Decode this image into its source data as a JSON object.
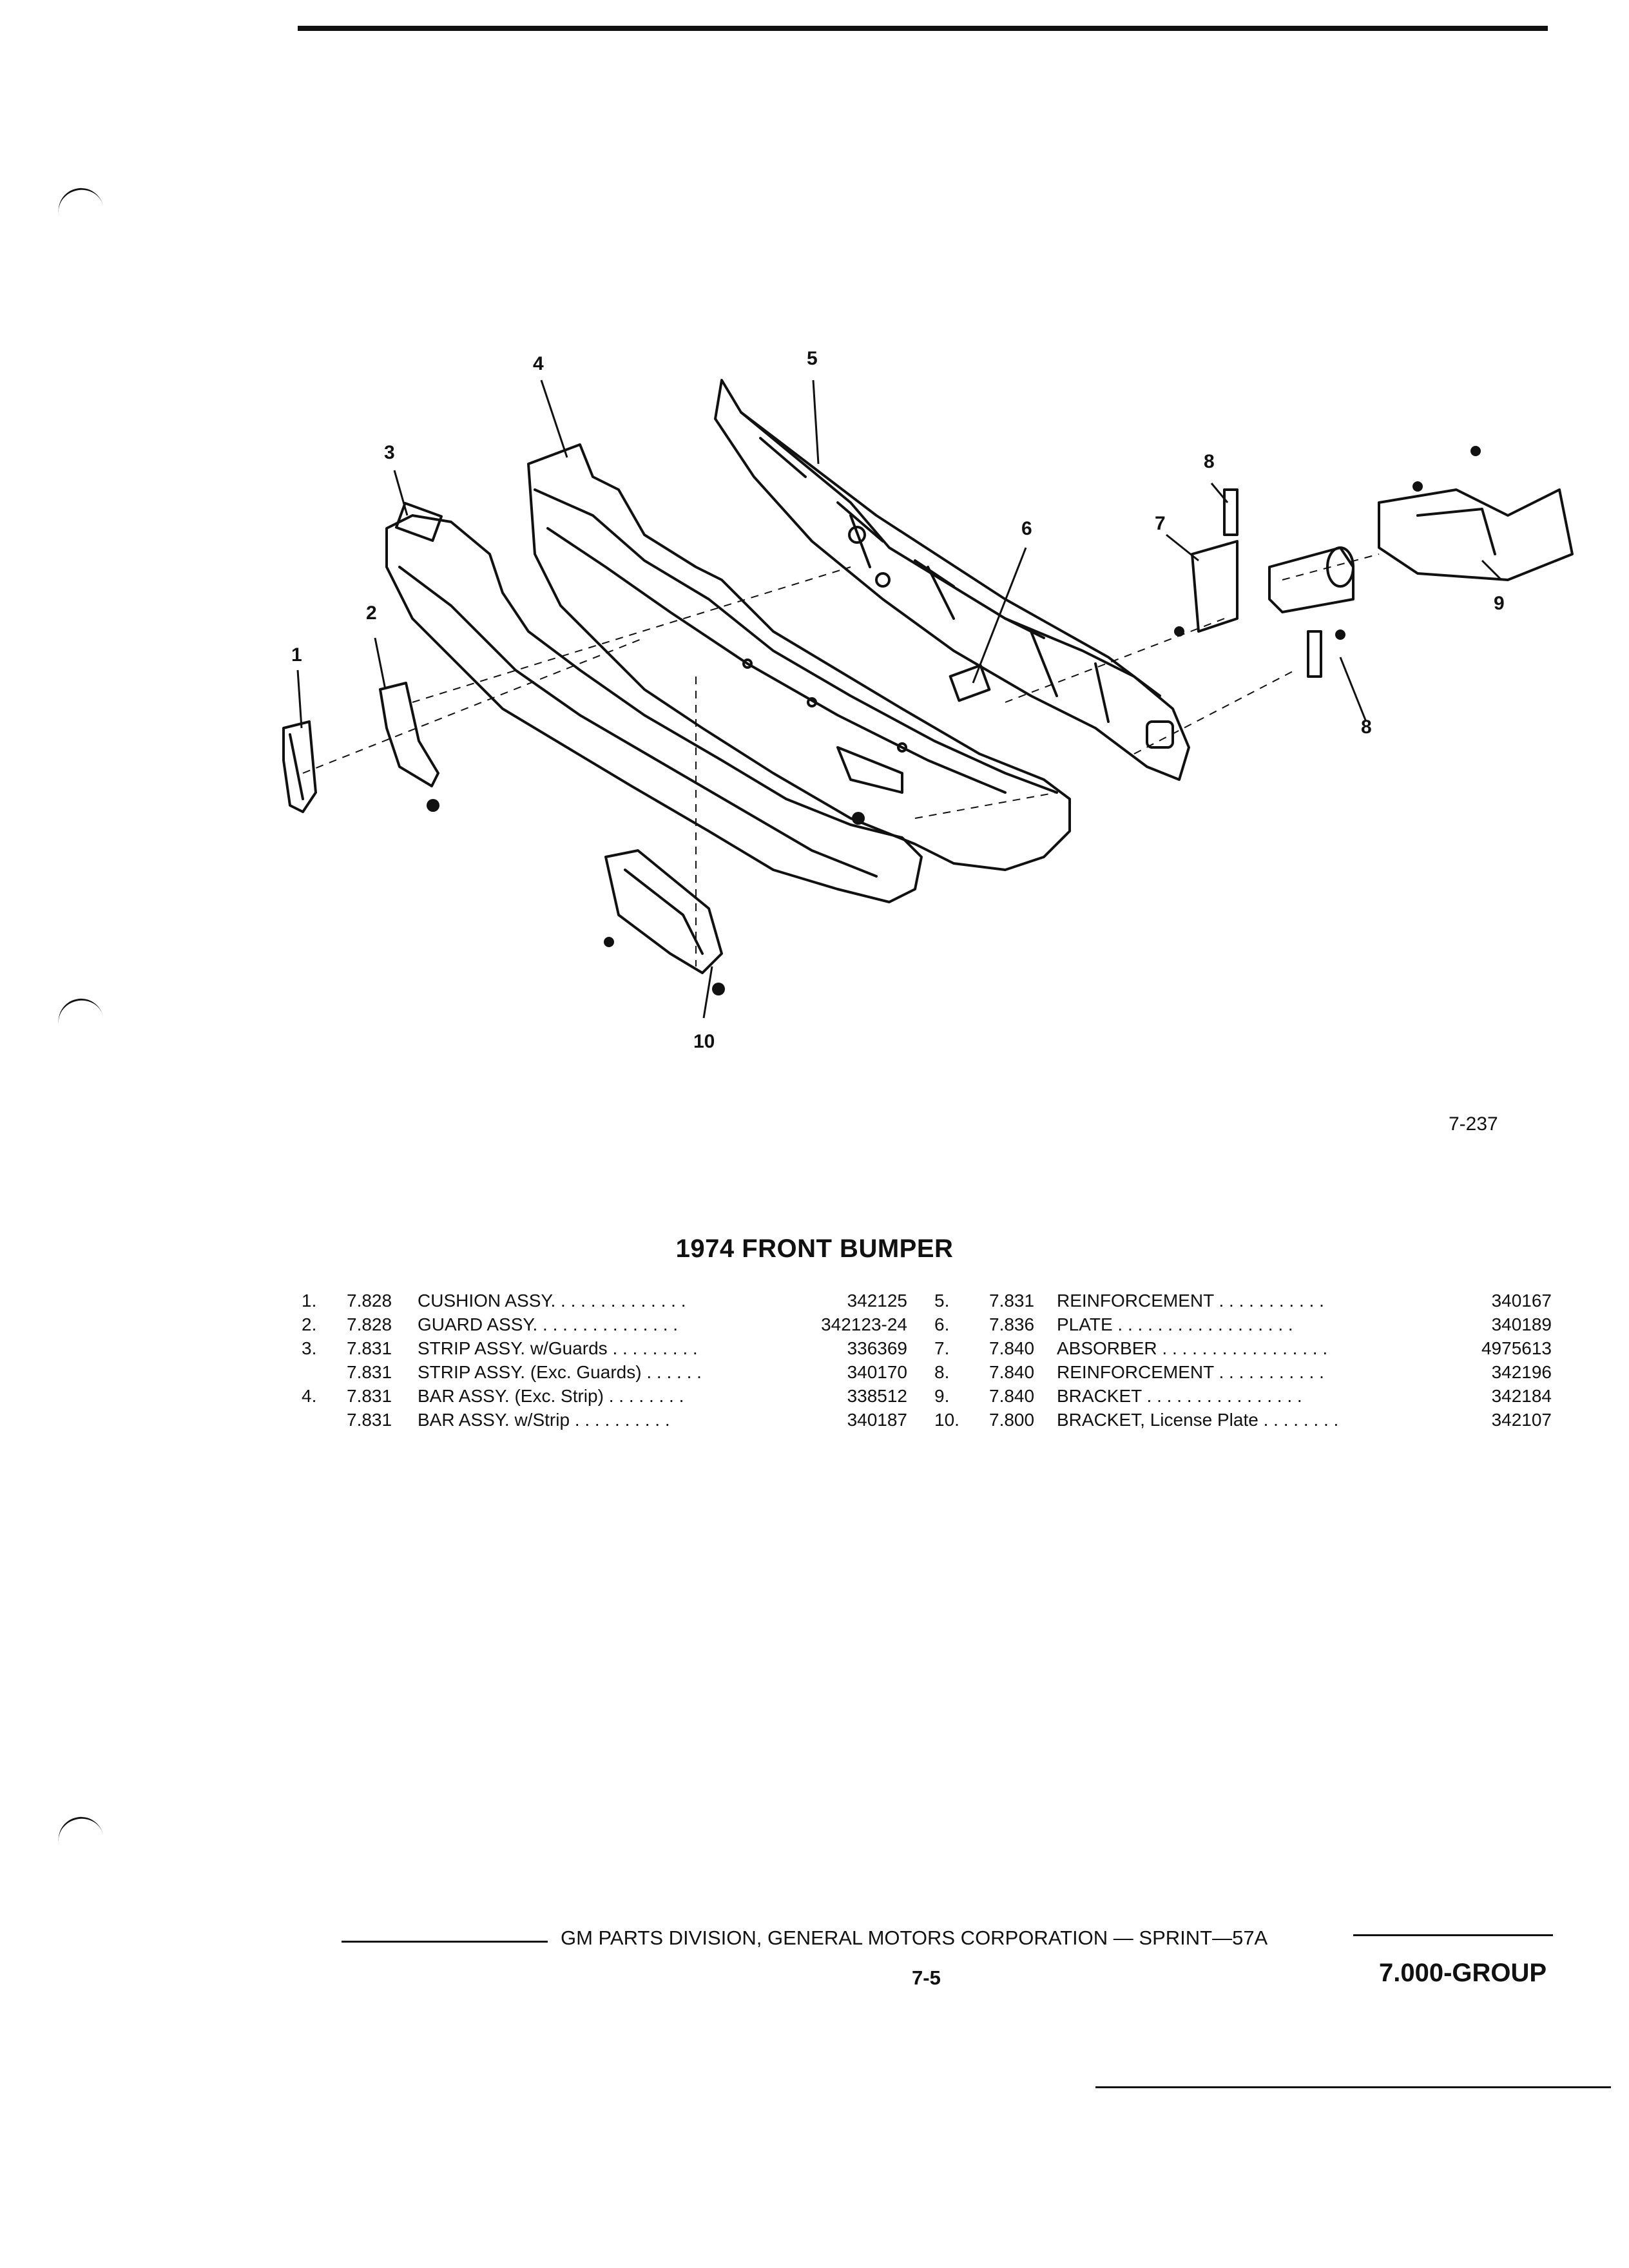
{
  "diagram": {
    "figure_number": "7-237",
    "callouts": [
      "1",
      "2",
      "3",
      "4",
      "5",
      "6",
      "7",
      "8",
      "8",
      "9",
      "10"
    ]
  },
  "title": "1974 FRONT BUMPER",
  "parts_left": [
    {
      "index": "1.",
      "group": "7.828",
      "description": "CUSHION ASSY.",
      "leaders": ". . . . . . . . . . . . .",
      "part_number": "342125"
    },
    {
      "index": "2.",
      "group": "7.828",
      "description": "GUARD ASSY.",
      "leaders": ". . . . . . . . . . . . . .",
      "part_number": "342123-24"
    },
    {
      "index": "3.",
      "group": "7.831",
      "description": "STRIP ASSY. w/Guards",
      "leaders": ". . . . . . . . .",
      "part_number": "336369"
    },
    {
      "index": "",
      "group": "7.831",
      "description": "STRIP ASSY. (Exc. Guards)",
      "leaders": ". . . . . .",
      "part_number": "340170"
    },
    {
      "index": "4.",
      "group": "7.831",
      "description": "BAR ASSY. (Exc. Strip)",
      "leaders": ". . . . . . . .",
      "part_number": "338512"
    },
    {
      "index": "",
      "group": "7.831",
      "description": "BAR ASSY. w/Strip",
      "leaders": ". . . . . . . . . .",
      "part_number": "340187"
    }
  ],
  "parts_right": [
    {
      "index": "5.",
      "group": "7.831",
      "description": "REINFORCEMENT",
      "leaders": ". . . . . . . . . . .",
      "part_number": "340167"
    },
    {
      "index": "6.",
      "group": "7.836",
      "description": "PLATE",
      "leaders": ". . . . . . . . . . . . . . . . . .",
      "part_number": "340189"
    },
    {
      "index": "7.",
      "group": "7.840",
      "description": "ABSORBER",
      "leaders": ". . . . . . . . . . . . . . . . .",
      "part_number": "4975613"
    },
    {
      "index": "8.",
      "group": "7.840",
      "description": "REINFORCEMENT",
      "leaders": ". . . . . . . . . . .",
      "part_number": "342196"
    },
    {
      "index": "9.",
      "group": "7.840",
      "description": "BRACKET",
      "leaders": ". . . . . . . . . . . . . . . .",
      "part_number": "342184"
    },
    {
      "index": "10.",
      "group": "7.800",
      "description": "BRACKET, License Plate",
      "leaders": ". . . . . . . .",
      "part_number": "342107"
    }
  ],
  "footer": {
    "publisher": "GM PARTS DIVISION, GENERAL MOTORS CORPORATION — SPRINT—57A",
    "page": "7-5",
    "group": "7.000-GROUP"
  }
}
